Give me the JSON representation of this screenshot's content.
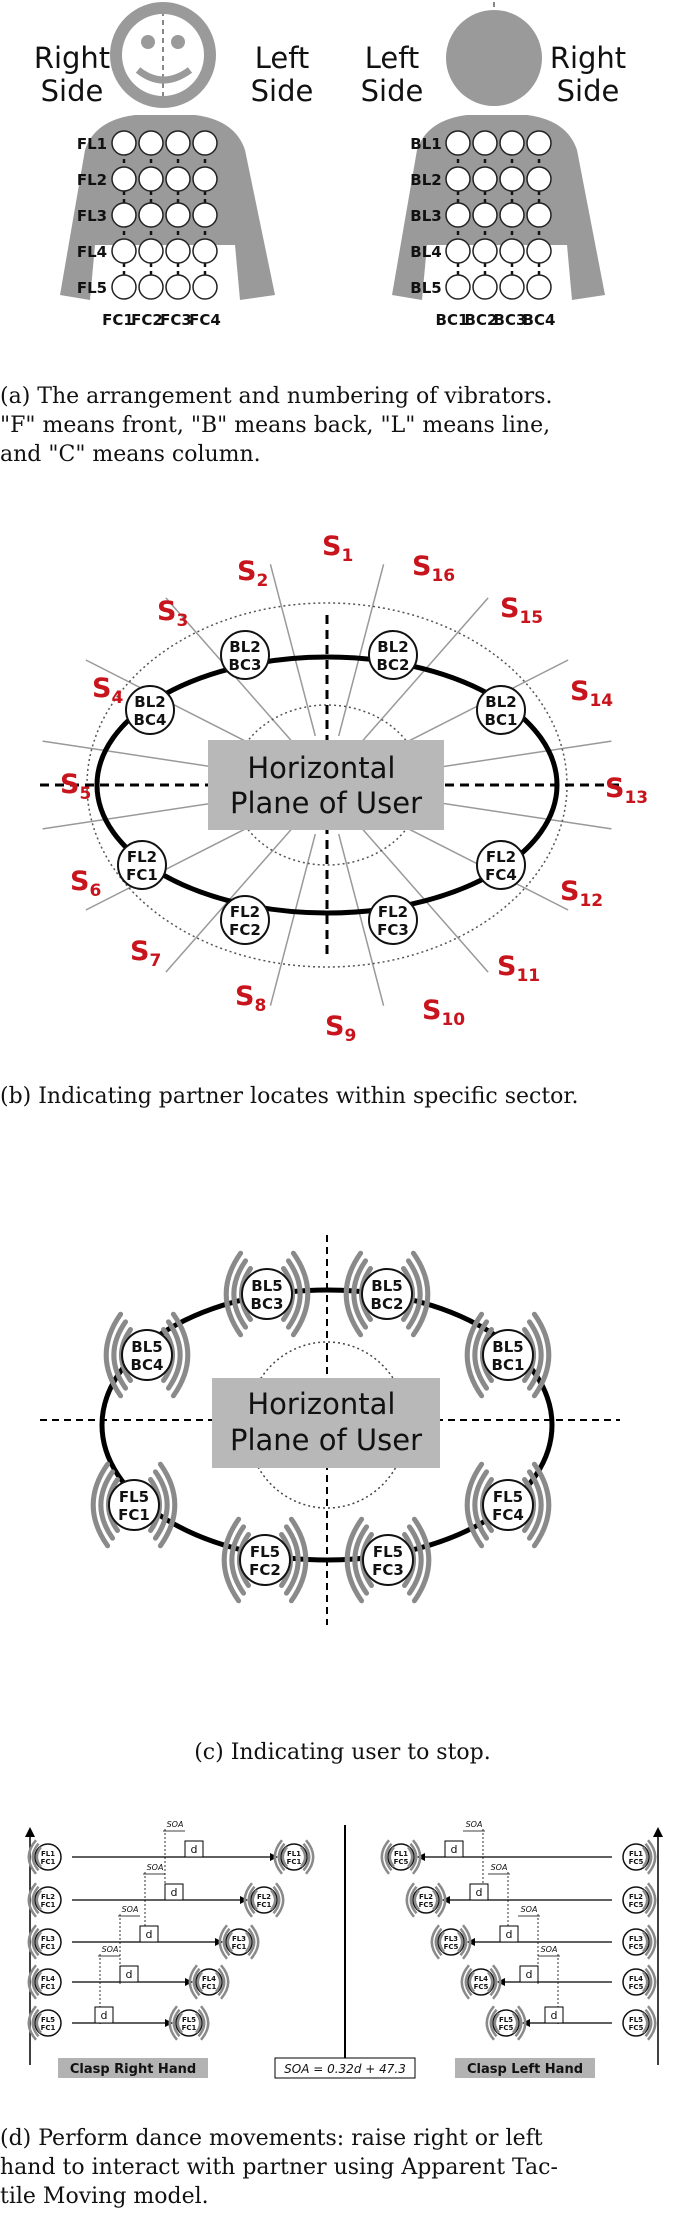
{
  "panel_a": {
    "front_side_labels": [
      "Right\nSide",
      "Left\nSide"
    ],
    "back_side_labels": [
      "Left\nSide",
      "Right\nSide"
    ],
    "front_rows": [
      "FL1",
      "FL2",
      "FL3",
      "FL4",
      "FL5"
    ],
    "back_rows": [
      "BL1",
      "BL2",
      "BL3",
      "BL4",
      "BL5"
    ],
    "front_cols": [
      "FC1",
      "FC2",
      "FC3",
      "FC4"
    ],
    "back_cols": [
      "BC1",
      "BC2",
      "BC3",
      "BC4"
    ],
    "caption": [
      "(a) The arrangement and numbering of vibrators.",
      "\"F\" means front, \"B\" means back, \"L\" means line,",
      "and \"C\" means column."
    ]
  },
  "panel_b": {
    "center_label": [
      "Horizontal",
      "Plane of User"
    ],
    "sectors": [
      "S",
      "S",
      "S",
      "S",
      "S",
      "S",
      "S",
      "S",
      "S",
      "S",
      "S",
      "S",
      "S",
      "S",
      "S",
      "S"
    ],
    "sector_subs": [
      "1",
      "2",
      "3",
      "4",
      "5",
      "6",
      "7",
      "8",
      "9",
      "10",
      "11",
      "12",
      "13",
      "14",
      "15",
      "16"
    ],
    "nodes": [
      [
        "BL2",
        "BC3"
      ],
      [
        "BL2",
        "BC2"
      ],
      [
        "BL2",
        "BC4"
      ],
      [
        "BL2",
        "BC1"
      ],
      [
        "FL2",
        "FC1"
      ],
      [
        "FL2",
        "FC4"
      ],
      [
        "FL2",
        "FC2"
      ],
      [
        "FL2",
        "FC3"
      ]
    ],
    "caption": [
      "(b) Indicating partner locates within specific sector."
    ]
  },
  "panel_c": {
    "center_label": [
      "Horizontal",
      "Plane of User"
    ],
    "nodes": [
      [
        "BL5",
        "BC3"
      ],
      [
        "BL5",
        "BC2"
      ],
      [
        "BL5",
        "BC4"
      ],
      [
        "BL5",
        "BC1"
      ],
      [
        "FL5",
        "FC1"
      ],
      [
        "FL5",
        "FC4"
      ],
      [
        "FL5",
        "FC2"
      ],
      [
        "FL5",
        "FC3"
      ]
    ],
    "caption": [
      "(c) Indicating user to stop."
    ]
  },
  "panel_d": {
    "left_title": "Clasp Right Hand",
    "right_title": "Clasp Left Hand",
    "formula": "SOA = 0.32d + 47.3",
    "soa": "SOA",
    "d": "d",
    "left_nodes": [
      [
        "FL1",
        "FC1"
      ],
      [
        "FL2",
        "FC1"
      ],
      [
        "FL3",
        "FC1"
      ],
      [
        "FL4",
        "FC1"
      ],
      [
        "FL5",
        "FC1"
      ]
    ],
    "right_nodes": [
      [
        "FL1",
        "FC5"
      ],
      [
        "FL2",
        "FC5"
      ],
      [
        "FL3",
        "FC5"
      ],
      [
        "FL4",
        "FC5"
      ],
      [
        "FL5",
        "FC5"
      ]
    ],
    "caption": [
      "(d) Perform dance movements: raise right or left",
      "hand to interact with partner using Apparent Tac-",
      "tile Moving model."
    ]
  }
}
